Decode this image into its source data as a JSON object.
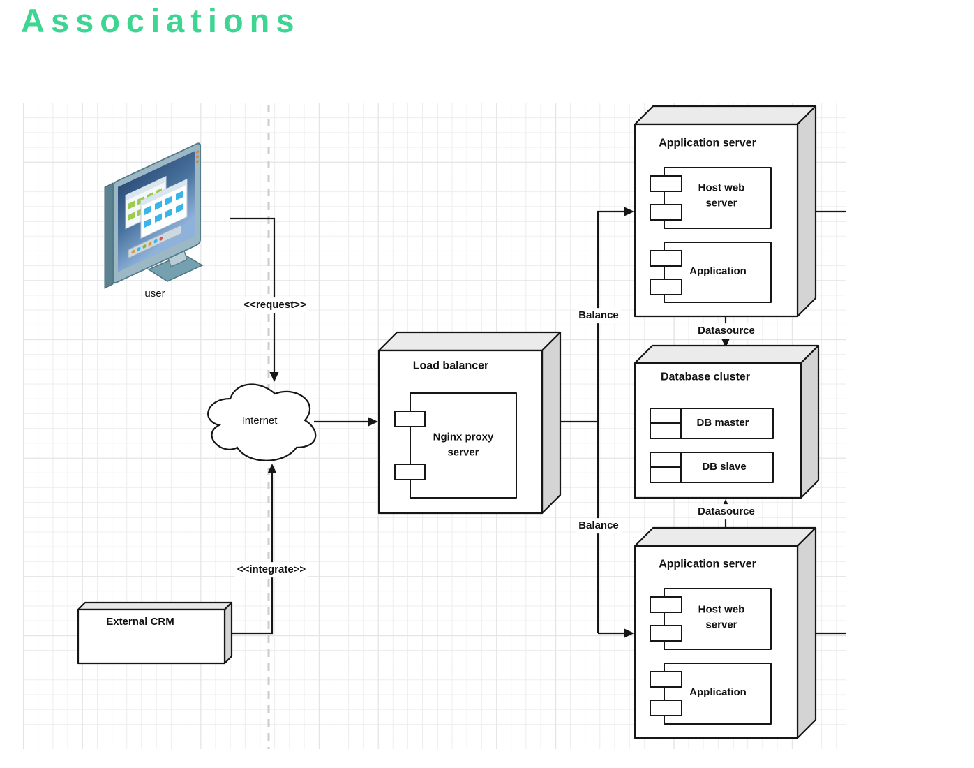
{
  "header": {
    "title": "Associations"
  },
  "diagram": {
    "user_label": "user",
    "internet_label": "Internet",
    "edges": {
      "request": "<<request>>",
      "integrate": "<<integrate>>",
      "balance_top": "Balance",
      "balance_bottom": "Balance",
      "datasource_top": "Datasource",
      "datasource_bottom": "Datasource"
    },
    "load_balancer": {
      "title": "Load balancer",
      "component": "Nginx proxy server"
    },
    "app_server_top": {
      "title": "Application server",
      "component_host": "Host web server",
      "component_app": "Application"
    },
    "db_cluster": {
      "title": "Database cluster",
      "component_master": "DB master",
      "component_slave": "DB slave"
    },
    "app_server_bottom": {
      "title": "Application server",
      "component_host": "Host web server",
      "component_app": "Application"
    },
    "external_crm": {
      "title": "External CRM"
    },
    "icons": {
      "user": "computer-monitor-icon",
      "internet": "cloud-icon"
    },
    "colors": {
      "heading": "#3ed593",
      "line": "#161616",
      "node_front": "#ffffff",
      "node_top": "#ebebeb",
      "node_side": "#d4d4d4",
      "grid_line": "#ededef",
      "dashed_guide": "#c9cdd1",
      "monitor_frame": "#9bb8c4",
      "monitor_screen": "#2d4e79"
    }
  }
}
